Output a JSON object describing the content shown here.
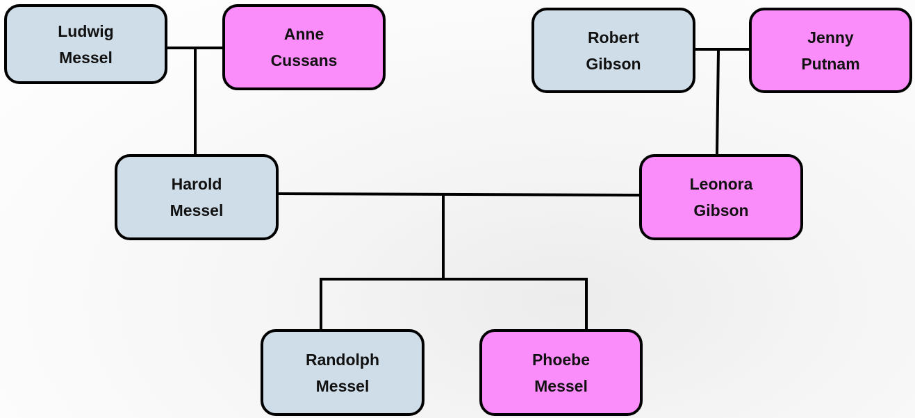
{
  "people": {
    "ludwig": {
      "first": "Ludwig",
      "last": "Messel",
      "sex": "male"
    },
    "anne": {
      "first": "Anne",
      "last": "Cussans",
      "sex": "female"
    },
    "robert": {
      "first": "Robert",
      "last": "Gibson",
      "sex": "male"
    },
    "jenny": {
      "first": "Jenny",
      "last": "Putnam",
      "sex": "female"
    },
    "harold": {
      "first": "Harold",
      "last": "Messel",
      "sex": "male"
    },
    "leonora": {
      "first": "Leonora",
      "last": "Gibson",
      "sex": "female"
    },
    "randolph": {
      "first": "Randolph",
      "last": "Messel",
      "sex": "male"
    },
    "phoebe": {
      "first": "Phoebe",
      "last": "Messel",
      "sex": "female"
    }
  },
  "relationships": [
    {
      "type": "couple",
      "partners": [
        "ludwig",
        "anne"
      ],
      "children": [
        "harold"
      ]
    },
    {
      "type": "couple",
      "partners": [
        "robert",
        "jenny"
      ],
      "children": [
        "leonora"
      ]
    },
    {
      "type": "couple",
      "partners": [
        "harold",
        "leonora"
      ],
      "children": [
        "randolph",
        "phoebe"
      ]
    }
  ],
  "colors": {
    "male_box": "#cfdde8",
    "female_box": "#fb8dfb",
    "border": "#000000",
    "text": "#111111"
  }
}
